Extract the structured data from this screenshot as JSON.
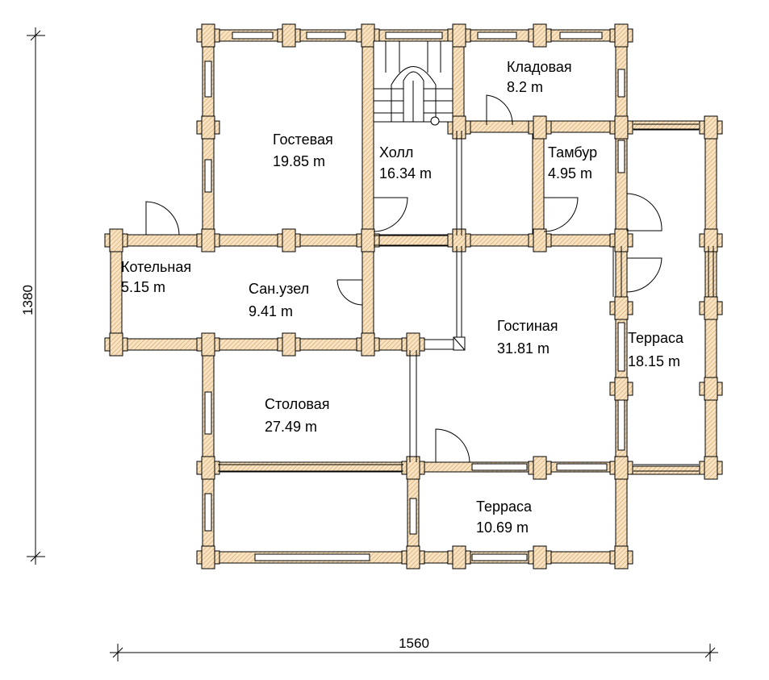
{
  "dimensions": {
    "width_label": "1560",
    "height_label": "1380"
  },
  "rooms": [
    {
      "id": "kladovaya",
      "name": "Кладовая",
      "area": "8.2 m"
    },
    {
      "id": "gostevaya",
      "name": "Гостевая",
      "area": "19.85 m"
    },
    {
      "id": "holl",
      "name": "Холл",
      "area": "16.34 m"
    },
    {
      "id": "tambur",
      "name": "Тамбур",
      "area": "4.95 m"
    },
    {
      "id": "kotelnaya",
      "name": "Котельная",
      "area": "5.15 m"
    },
    {
      "id": "sanuzel",
      "name": "Сан.узел",
      "area": "9.41 m"
    },
    {
      "id": "gostinaya",
      "name": "Гостиная",
      "area": "31.81 m"
    },
    {
      "id": "terrasa-east",
      "name": "Терраса",
      "area": "18.15 m"
    },
    {
      "id": "stolovaya",
      "name": "Столовая",
      "area": "27.49 m"
    },
    {
      "id": "terrasa-south",
      "name": "Терраса",
      "area": "10.69 m"
    }
  ]
}
